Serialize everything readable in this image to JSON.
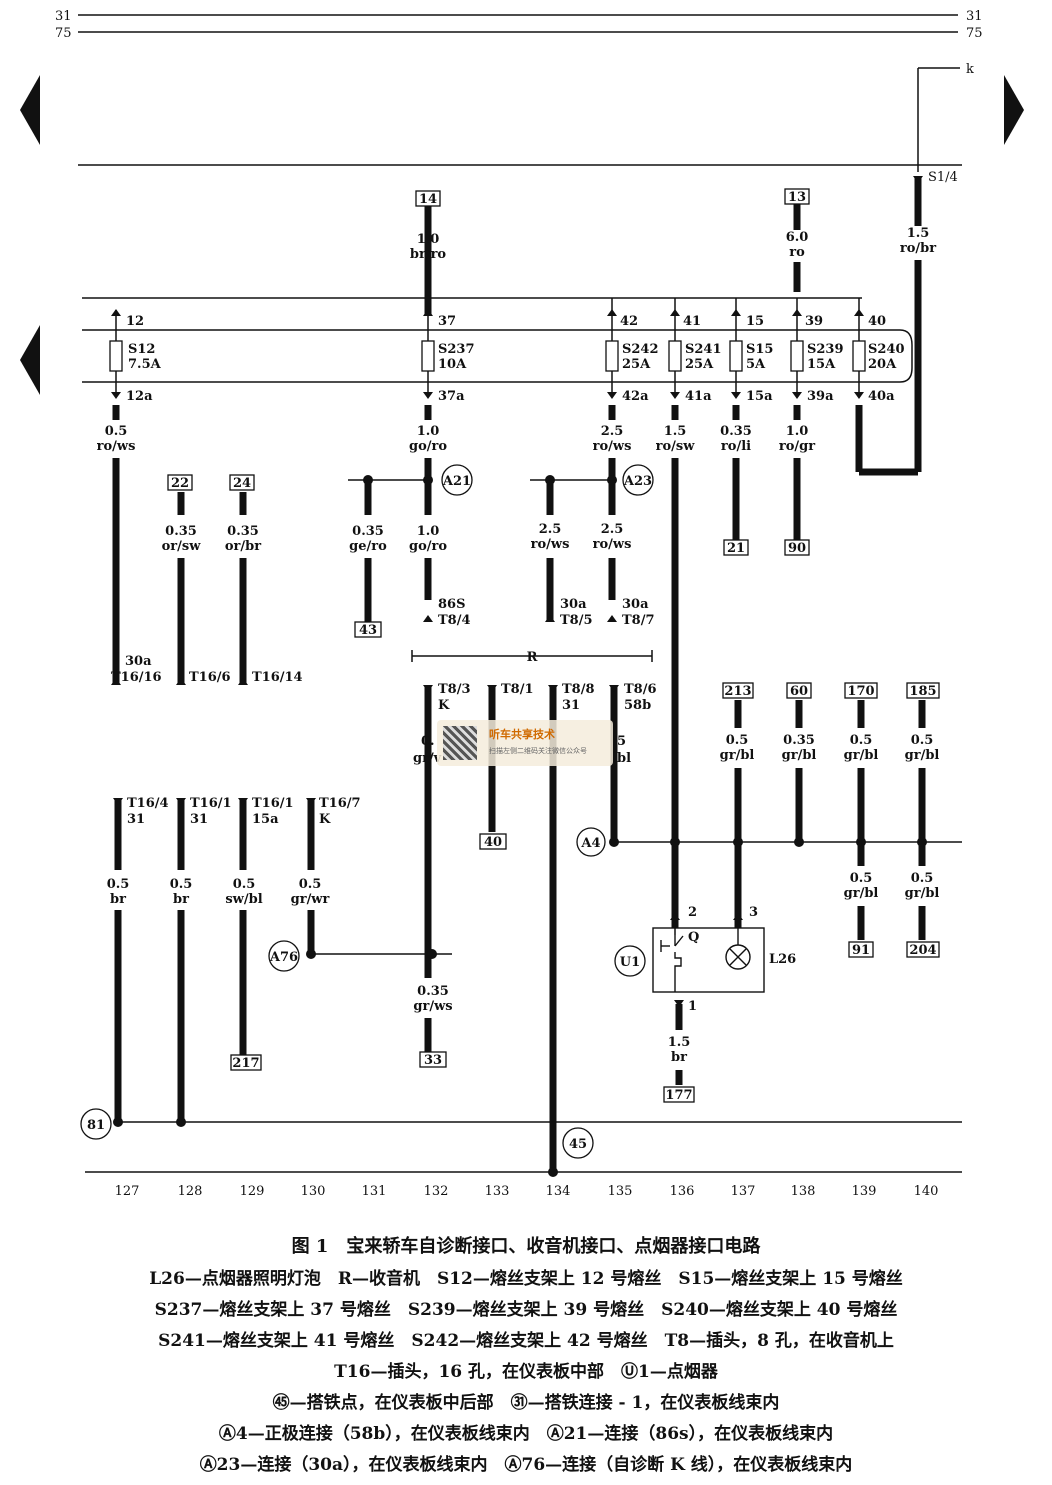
{
  "rails": {
    "top_label": "31",
    "second_label": "75",
    "k_label": "k",
    "s14_label": "S1/4"
  },
  "fuses": [
    {
      "name": "S12",
      "rating": "7.5A",
      "in": "12",
      "out": "12a"
    },
    {
      "name": "S237",
      "rating": "10A",
      "in": "37",
      "out": "37a"
    },
    {
      "name": "S242",
      "rating": "25A",
      "in": "42",
      "out": "42a"
    },
    {
      "name": "S241",
      "rating": "25A",
      "in": "41",
      "out": "41a"
    },
    {
      "name": "S15",
      "rating": "5A",
      "in": "15",
      "out": "15a"
    },
    {
      "name": "S239",
      "rating": "15A",
      "in": "39",
      "out": "39a"
    },
    {
      "name": "S240",
      "rating": "20A",
      "in": "40",
      "out": "40a"
    }
  ],
  "refs": {
    "r14": "14",
    "r13": "13",
    "r22": "22",
    "r24": "24",
    "r43": "43",
    "r21": "21",
    "r90": "90",
    "r40": "40",
    "r213": "213",
    "r60": "60",
    "r170": "170",
    "r185": "185",
    "r91": "91",
    "r204": "204",
    "r217": "217",
    "r33": "33",
    "r177": "177"
  },
  "wires": {
    "w14": [
      "1.0",
      "br/ro"
    ],
    "w13": [
      "6.0",
      "ro"
    ],
    "ws14": [
      "1.5",
      "ro/br"
    ],
    "w12a": [
      "0.5",
      "ro/ws"
    ],
    "w37a": [
      "1.0",
      "go/ro"
    ],
    "w42a": [
      "2.5",
      "ro/ws"
    ],
    "w41a": [
      "1.5",
      "ro/sw"
    ],
    "w15a": [
      "0.35",
      "ro/li"
    ],
    "w39a": [
      "1.0",
      "ro/gr"
    ],
    "w22": [
      "0.35",
      "or/sw"
    ],
    "w24": [
      "0.35",
      "or/br"
    ],
    "w43": [
      "0.35",
      "ge/ro"
    ],
    "wa21": [
      "1.0",
      "go/ro"
    ],
    "wa23l": [
      "2.5",
      "ro/ws"
    ],
    "wa23r": [
      "2.5",
      "ro/ws"
    ],
    "w213": [
      "0.5",
      "gr/bl"
    ],
    "w60": [
      "0.35",
      "gr/bl"
    ],
    "w170": [
      "0.5",
      "gr/bl"
    ],
    "w185": [
      "0.5",
      "gr/bl"
    ],
    "w91": [
      "0.5",
      "gr/bl"
    ],
    "w204": [
      "0.5",
      "gr/bl"
    ],
    "wt164": [
      "0.5",
      "br"
    ],
    "wt161": [
      "0.5",
      "br"
    ],
    "wt1615": [
      "0.5",
      "sw/bl"
    ],
    "wt167": [
      "0.5",
      "gr/wr"
    ],
    "w33": [
      "0.35",
      "gr/ws"
    ],
    "w177": [
      "1.5",
      "br"
    ],
    "wt83": [
      "0.",
      "gr/v"
    ],
    "wt86": [
      "5",
      "bl"
    ]
  },
  "pins": {
    "p1616": [
      "30a",
      "T16/16"
    ],
    "p166": [
      "T16/6"
    ],
    "p1614": [
      "T16/14"
    ],
    "p84": [
      "86S",
      "T8/4"
    ],
    "p85": [
      "30a",
      "T8/5"
    ],
    "p87": [
      "30a",
      "T8/7"
    ],
    "p83": [
      "T8/3",
      "K"
    ],
    "p81": [
      "T8/1"
    ],
    "p88": [
      "T8/8",
      "31"
    ],
    "p86": [
      "T8/6",
      "58b"
    ],
    "p164": [
      "T16/4",
      "31"
    ],
    "p161a": [
      "T16/1",
      "31"
    ],
    "p161b": [
      "T16/1",
      "15a"
    ],
    "p167": [
      "T16/7",
      "K"
    ]
  },
  "connectors": {
    "a21": "A21",
    "a23": "A23",
    "a4": "A4",
    "a76": "A76",
    "g81": "81",
    "g45": "45",
    "u1": "U1"
  },
  "components": {
    "r_label": "R",
    "q_label": "Q",
    "l26_label": "L26",
    "pin2": "2",
    "pin3": "3",
    "pin1": "1"
  },
  "columns": [
    "127",
    "128",
    "129",
    "130",
    "131",
    "132",
    "133",
    "134",
    "135",
    "136",
    "137",
    "138",
    "139",
    "140"
  ],
  "watermark": {
    "title": "听车共享技术",
    "sub": "扫描左侧二维码关注微信公众号"
  },
  "caption": {
    "line1": "图 1　宝来轿车自诊断接口、收音机接口、点烟器接口电路",
    "line2": "L26—点烟器照明灯泡　R—收音机　S12—熔丝支架上 12 号熔丝　S15—熔丝支架上 15 号熔丝",
    "line3": "S237—熔丝支架上 37 号熔丝　S239—熔丝支架上 39 号熔丝　S240—熔丝支架上 40 号熔丝",
    "line4": "S241—熔丝支架上 41 号熔丝　S242—熔丝支架上 42 号熔丝　T8—插头，8 孔，在收音机上",
    "line5": "T16—插头，16 孔，在仪表板中部　Ⓤ1—点烟器",
    "line6": "㊺—搭铁点，在仪表板中后部　㉛—搭铁连接 - 1，在仪表板线束内",
    "line7": "Ⓐ4—正极连接（58b），在仪表板线束内　Ⓐ21—连接（86s），在仪表板线束内",
    "line8": "Ⓐ23—连接（30a），在仪表板线束内　Ⓐ76—连接（自诊断 K 线），在仪表板线束内"
  }
}
